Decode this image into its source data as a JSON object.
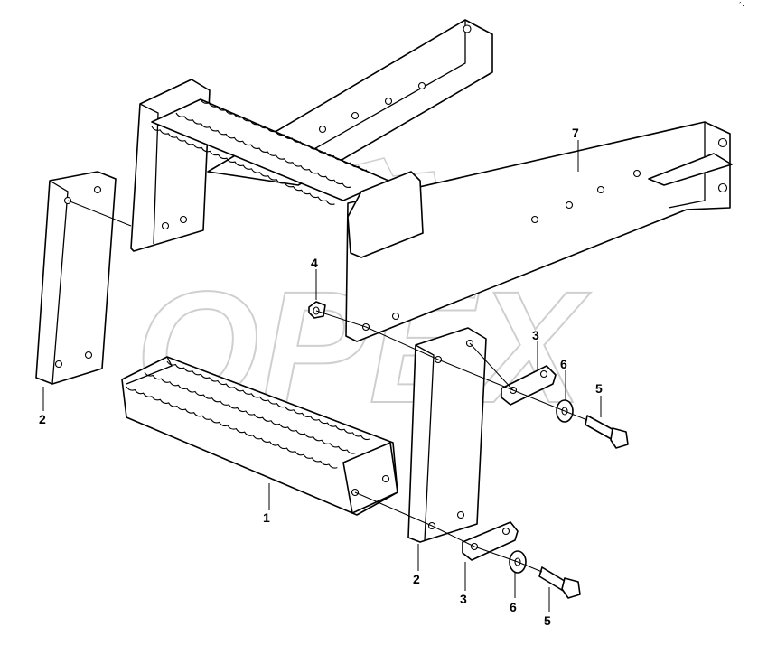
{
  "watermark": {
    "text": "OPEX"
  },
  "corner_mark": "´·",
  "callouts": [
    {
      "id": "1",
      "label": "1",
      "part": "lower step"
    },
    {
      "id": "2a",
      "label": "2",
      "part": "bracket plate (left)"
    },
    {
      "id": "2b",
      "label": "2",
      "part": "bracket plate (right)"
    },
    {
      "id": "3a",
      "label": "3",
      "part": "spacer plate (upper)"
    },
    {
      "id": "3b",
      "label": "3",
      "part": "spacer plate (lower)"
    },
    {
      "id": "4",
      "label": "4",
      "part": "nut"
    },
    {
      "id": "5a",
      "label": "5",
      "part": "bolt (upper)"
    },
    {
      "id": "5b",
      "label": "5",
      "part": "bolt (lower)"
    },
    {
      "id": "6a",
      "label": "6",
      "part": "washer (upper)"
    },
    {
      "id": "6b",
      "label": "6",
      "part": "washer (lower)"
    },
    {
      "id": "7",
      "label": "7",
      "part": "mounting bracket"
    }
  ]
}
